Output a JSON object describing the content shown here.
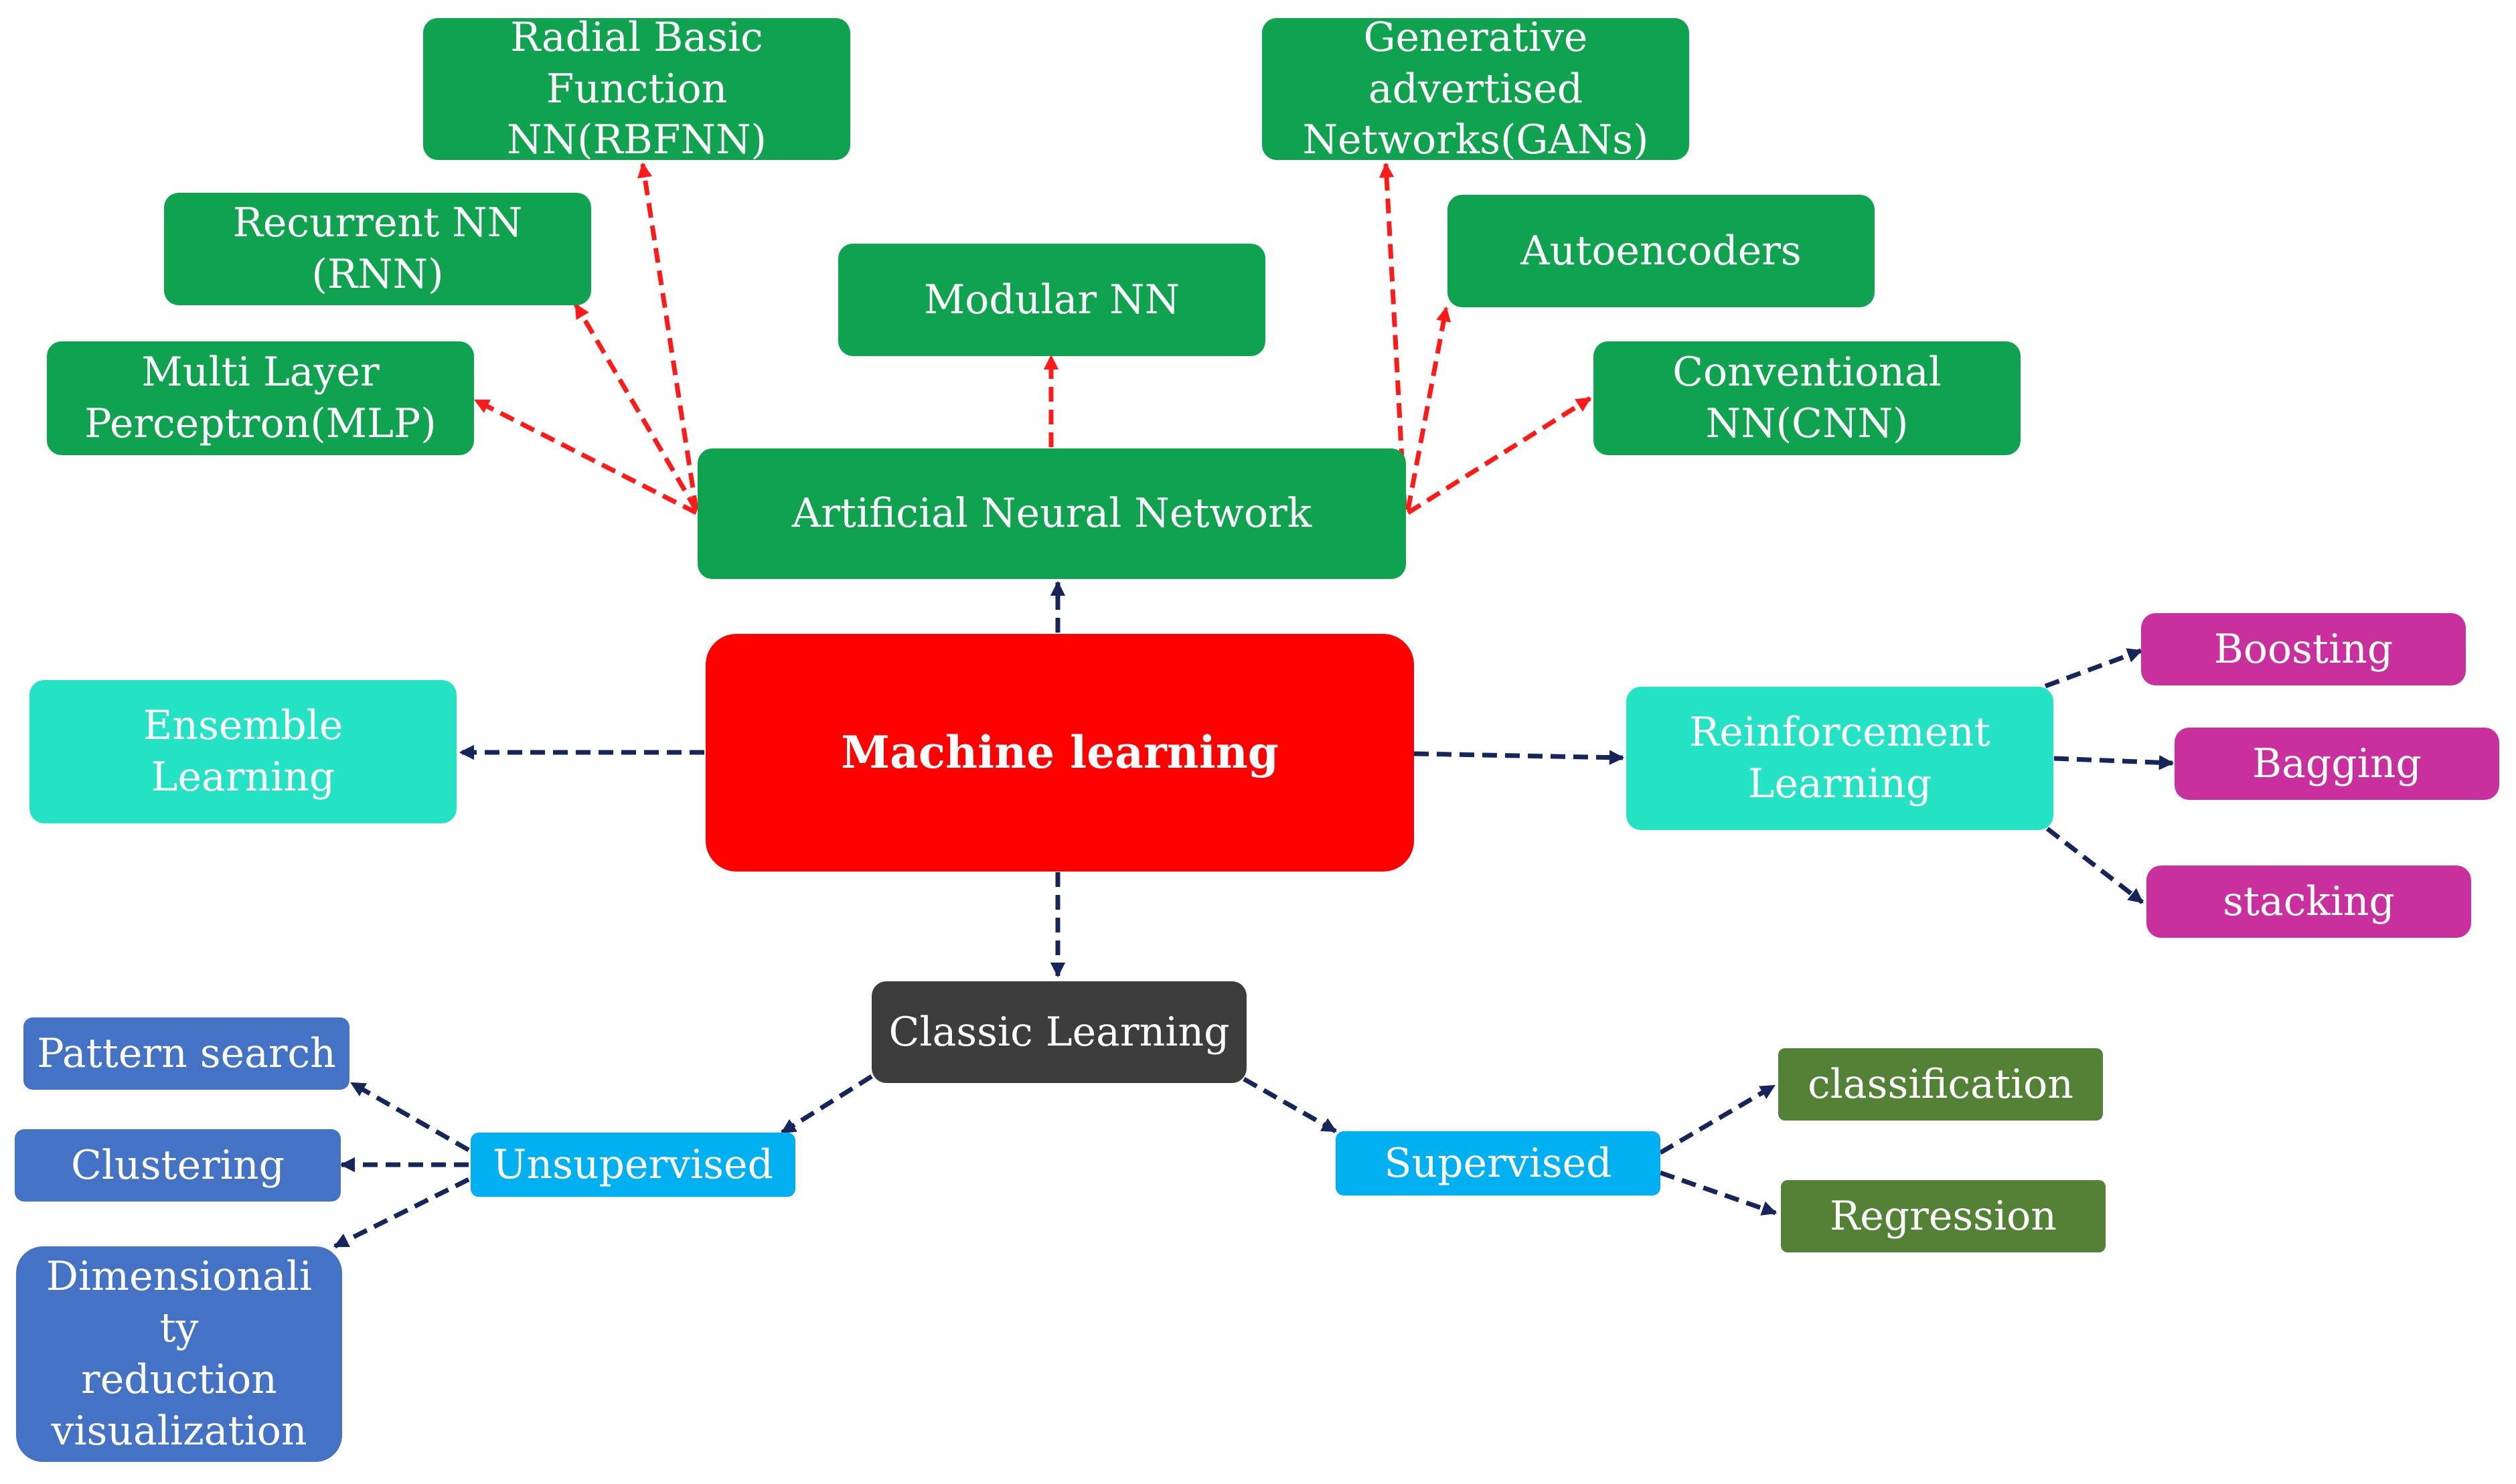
{
  "colors": {
    "ann_green": "#0fa34f",
    "central_red": "#ff0000",
    "teal": "#24e3c4",
    "magenta": "#c9309e",
    "dark_gray": "#3d3d3d",
    "sky_blue": "#00b0f0",
    "steel_blue": "#4472c4",
    "olive_green": "#538135",
    "arrow_red": "#ff1a1a",
    "arrow_navy": "#17265a"
  },
  "nodes": {
    "rbfnn": "Radial Basic\nFunction\nNN(RBFNN)",
    "gans": "Generative\nadvertised\nNetworks(GANs)",
    "rnn": "Recurrent NN\n(RNN)",
    "modular": "Modular NN",
    "autoencoders": "Autoencoders",
    "mlp": "Multi Layer\nPerceptron(MLP)",
    "cnn": "Conventional\nNN(CNN)",
    "ann": "Artificial Neural Network",
    "machine_learning": "Machine learning",
    "ensemble": "Ensemble\nLearning",
    "reinforcement": "Reinforcement\nLearning",
    "boosting": "Boosting",
    "bagging": "Bagging",
    "stacking": "stacking",
    "classic": "Classic Learning",
    "unsupervised": "Unsupervised",
    "supervised": "Supervised",
    "pattern_search": "Pattern search",
    "clustering": "Clustering",
    "dimensionality": "Dimensionali\nty\nreduction\nvisualization",
    "classification": "classification",
    "regression": "Regression"
  }
}
